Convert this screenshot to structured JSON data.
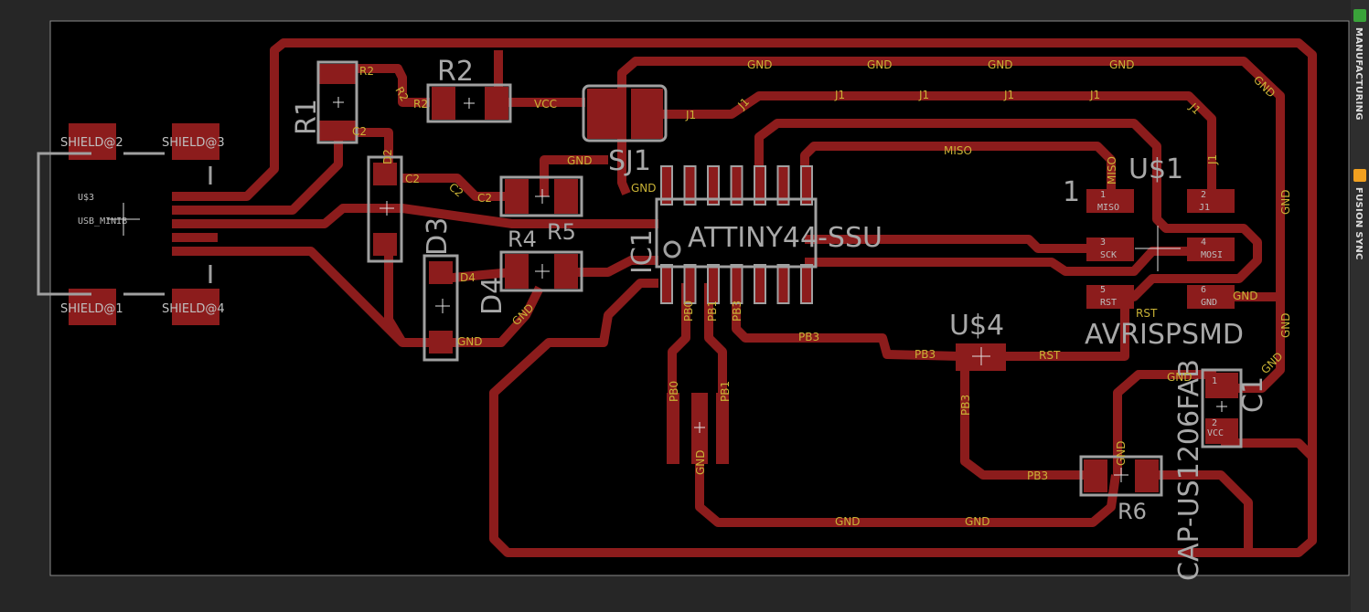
{
  "app": {
    "side_tabs": [
      {
        "label": "MANUFACTURING",
        "icon": "manufacturing-icon",
        "color": "#3aa33a"
      },
      {
        "label": "FUSION SYNC",
        "icon": "fusion-sync-icon",
        "color": "#f0a020"
      }
    ]
  },
  "colors": {
    "background": "#262626",
    "board": "#000000",
    "copper": "#8c1c1c",
    "net_label": "#c9b236",
    "silkscreen": "#a8a8a8"
  },
  "components": {
    "r1": "R1",
    "r2": "R2",
    "r4": "R4",
    "r5": "R5",
    "r6": "R6",
    "d3": "D3",
    "d4": "D4",
    "sj1": "SJ1",
    "ic1": "IC1",
    "ic1_value": "ATTINY44-SSU",
    "us1": "U$1",
    "us1_pin1": "1",
    "avr": "AVRISPSMD",
    "us4": "U$4",
    "c1": "C1",
    "cap": "CAP-US1206FAB",
    "us3": "U$3",
    "usb": "USB_MINIB",
    "shield1": "SHIELD@1",
    "shield2": "SHIELD@2",
    "shield3": "SHIELD@3",
    "shield4": "SHIELD@4"
  },
  "pads": {
    "miso": "MISO",
    "sck": "SCK",
    "rst": "RST",
    "j1": "J1",
    "mosi": "MOSI",
    "gnd": "GND",
    "vcc": "VCC",
    "r2": "R2",
    "c2": "C2",
    "d4": "D4",
    "pb3": "PB3",
    "n1": "1",
    "n2": "2",
    "n3": "3",
    "n4": "4",
    "n5": "5",
    "n6": "6"
  },
  "nets": {
    "gnd": "GND",
    "vcc": "VCC",
    "j1": "J1",
    "miso": "MISO",
    "r2": "R2",
    "c2": "C2",
    "d2": "D2",
    "d4": "D4",
    "pb0": "PB0",
    "pb1": "PB1",
    "pb3": "PB3",
    "rst": "RST"
  }
}
